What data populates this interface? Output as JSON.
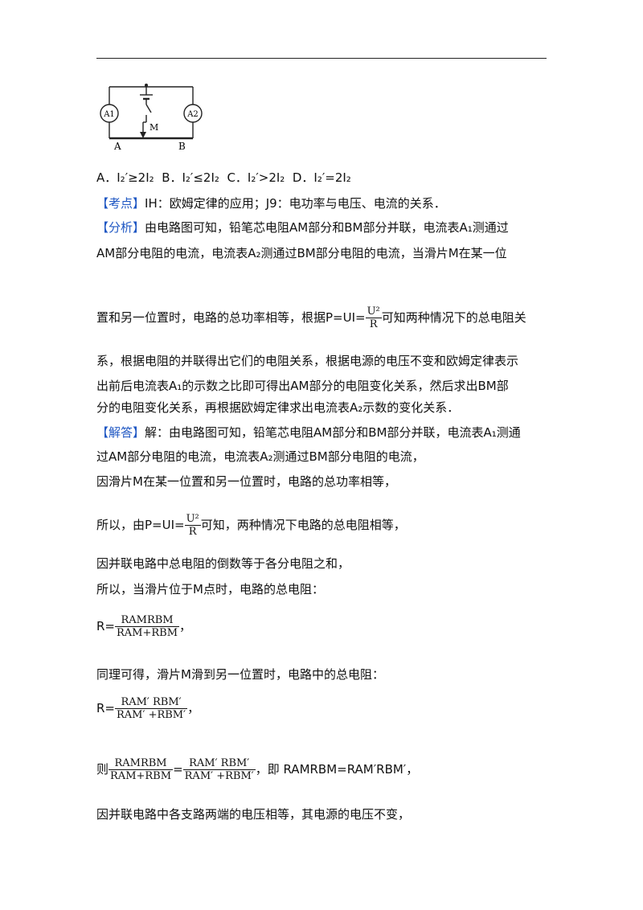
{
  "circuit": {
    "ammeter1": "A1",
    "ammeter2": "A2",
    "slider_label": "M",
    "label_a": "A",
    "label_b": "B"
  },
  "options": {
    "a": "A．I₂′≥2I₂",
    "b": "B．I₂′≤2I₂",
    "c": "C．I₂′>2I₂",
    "d": "D．I₂′=2I₂"
  },
  "kaodian": {
    "tag": "【考点】",
    "text": "IH：欧姆定律的应用；J9：电功率与电压、电流的关系．"
  },
  "fenxi": {
    "tag": "【分析】",
    "line1": "由电路图可知，铅笔芯电阻AM部分和BM部分并联，电流表A₁测通过",
    "line2": "AM部分电阻的电流，电流表A₂测通过BM部分电阻的电流，当滑片M在某一位",
    "line3_pre": "置和另一位置时，电路的总功率相等，根据P=UI=",
    "line3_post": "可知两种情况下的总电阻关",
    "line4": "系，根据电阻的并联得出它们的电阻关系，根据电源的电压不变和欧姆定律表示",
    "line5": "出前后电流表A₁的示数之比即可得出AM部分的电阻变化关系，然后求出BM部",
    "line6": "分的电阻变化关系，再根据欧姆定律求出电流表A₂示数的变化关系．"
  },
  "jieda": {
    "tag": "【解答】",
    "line1": "解：由电路图可知，铅笔芯电阻AM部分和BM部分并联，电流表A₁测通",
    "line2": "过AM部分电阻的电流，电流表A₂测通过BM部分电阻的电流，",
    "line3": "因滑片M在某一位置和另一位置时，电路的总功率相等，",
    "line4_pre": "所以，由P=UI=",
    "line4_post": "可知，两种情况下电路的总电阻相等，",
    "line5": "因并联电路中总电阻的倒数等于各分电阻之和，",
    "line6": "所以，当滑片位于M点时，电路的总电阻：",
    "line7": "同理可得，滑片M滑到另一位置时，电路中的总电阻：",
    "line8_pre": "则",
    "line8_post": "，即 RAMRBM=RAM′RBM′，",
    "line9": "因并联电路中各支路两端的电压相等，其电源的电压不变，"
  },
  "formulas": {
    "u2": "U²",
    "r": "R",
    "r_eq": "R=",
    "r_num": "RAMRBM",
    "r_den": "RAM+RBM",
    "r_tail": "，",
    "r2_num": "RAM′ RBM′",
    "r2_den": "RAM′ +RBM′",
    "eq": "="
  }
}
